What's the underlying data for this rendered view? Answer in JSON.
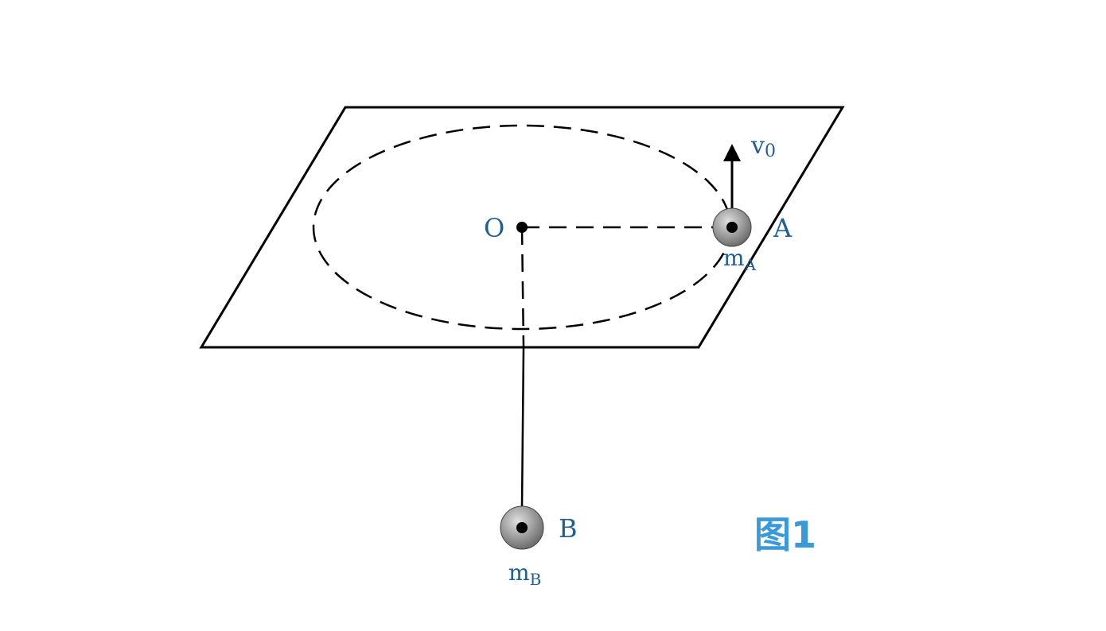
{
  "labels": {
    "origin": "O",
    "point_a": "A",
    "point_b": "B",
    "mass_a_base": "m",
    "mass_a_sub": "A",
    "mass_b_base": "m",
    "mass_b_sub": "B",
    "velocity_base": "v",
    "velocity_sub": "0"
  },
  "caption": "图1",
  "colors": {
    "label": "#1f5f97",
    "caption": "#3a9ad9",
    "line": "#000000",
    "ball_dark": "#6e6e6e",
    "ball_light": "#d8d8d8"
  }
}
